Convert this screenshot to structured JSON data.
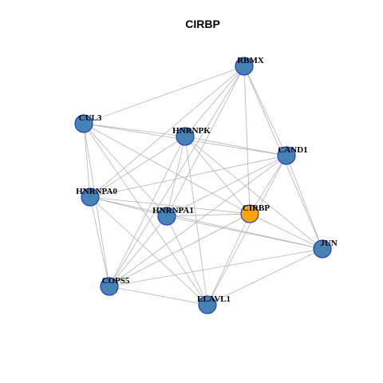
{
  "title": "CIRBP",
  "colors": {
    "default_node": "#4682b4",
    "center_node": "#ffa500",
    "node_border": "#1f3fbf",
    "edge": "#b3b3b3",
    "background": "#ffffff"
  },
  "center": "CIRBP",
  "nodes": [
    {
      "id": "RBMX"
    },
    {
      "id": "CUL3"
    },
    {
      "id": "HNRNPK"
    },
    {
      "id": "CAND1"
    },
    {
      "id": "HNRNPA0"
    },
    {
      "id": "HNRNPA1"
    },
    {
      "id": "CIRBP"
    },
    {
      "id": "JUN"
    },
    {
      "id": "COPS5"
    },
    {
      "id": "ELAVL1"
    }
  ],
  "edges": [
    [
      "RBMX",
      "CUL3"
    ],
    [
      "RBMX",
      "HNRNPK"
    ],
    [
      "RBMX",
      "CAND1"
    ],
    [
      "RBMX",
      "HNRNPA0"
    ],
    [
      "RBMX",
      "HNRNPA1"
    ],
    [
      "RBMX",
      "CIRBP"
    ],
    [
      "RBMX",
      "JUN"
    ],
    [
      "RBMX",
      "COPS5"
    ],
    [
      "CUL3",
      "HNRNPK"
    ],
    [
      "CUL3",
      "CAND1"
    ],
    [
      "CUL3",
      "HNRNPA1"
    ],
    [
      "CUL3",
      "CIRBP"
    ],
    [
      "CUL3",
      "COPS5"
    ],
    [
      "CUL3",
      "ELAVL1"
    ],
    [
      "CUL3",
      "HNRNPA0"
    ],
    [
      "HNRNPK",
      "CAND1"
    ],
    [
      "HNRNPK",
      "HNRNPA0"
    ],
    [
      "HNRNPK",
      "HNRNPA1"
    ],
    [
      "HNRNPK",
      "CIRBP"
    ],
    [
      "HNRNPK",
      "JUN"
    ],
    [
      "HNRNPK",
      "COPS5"
    ],
    [
      "HNRNPK",
      "ELAVL1"
    ],
    [
      "CAND1",
      "HNRNPA0"
    ],
    [
      "CAND1",
      "HNRNPA1"
    ],
    [
      "CAND1",
      "CIRBP"
    ],
    [
      "CAND1",
      "JUN"
    ],
    [
      "CAND1",
      "COPS5"
    ],
    [
      "CAND1",
      "ELAVL1"
    ],
    [
      "HNRNPA0",
      "HNRNPA1"
    ],
    [
      "HNRNPA0",
      "CIRBP"
    ],
    [
      "HNRNPA0",
      "JUN"
    ],
    [
      "HNRNPA0",
      "COPS5"
    ],
    [
      "HNRNPA0",
      "ELAVL1"
    ],
    [
      "HNRNPA1",
      "CIRBP"
    ],
    [
      "HNRNPA1",
      "JUN"
    ],
    [
      "HNRNPA1",
      "COPS5"
    ],
    [
      "HNRNPA1",
      "ELAVL1"
    ],
    [
      "CIRBP",
      "JUN"
    ],
    [
      "CIRBP",
      "COPS5"
    ],
    [
      "CIRBP",
      "ELAVL1"
    ],
    [
      "JUN",
      "COPS5"
    ],
    [
      "JUN",
      "ELAVL1"
    ],
    [
      "COPS5",
      "ELAVL1"
    ]
  ]
}
